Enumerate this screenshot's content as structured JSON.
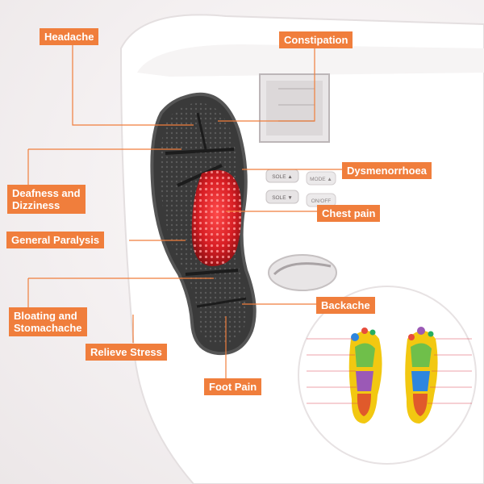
{
  "labels": {
    "headache": "Headache",
    "constipation": "Constipation",
    "deafness_line1": "Deafness and",
    "deafness_line2": "Dizziness",
    "dysmenorrhoea": "Dysmenorrhoea",
    "chest_pain": "Chest pain",
    "general_paralysis": "General Paralysis",
    "bloating_line1": "Bloating and",
    "bloating_line2": "Stomachache",
    "backache": "Backache",
    "relieve_stress": "Relieve Stress",
    "foot_pain": "Foot Pain"
  },
  "device": {
    "button_sole_up": "SOLE ▲",
    "button_mode_up": "MODE ▲",
    "button_sole_down": "SOLE ▼",
    "button_on_off": "ON/OFF"
  },
  "colors": {
    "label_bg": "#f07e3c",
    "label_text": "#ffffff",
    "leader_line": "#f07e3c",
    "footpad": "#2b2b2b",
    "heat_zone": "#d81e24"
  }
}
